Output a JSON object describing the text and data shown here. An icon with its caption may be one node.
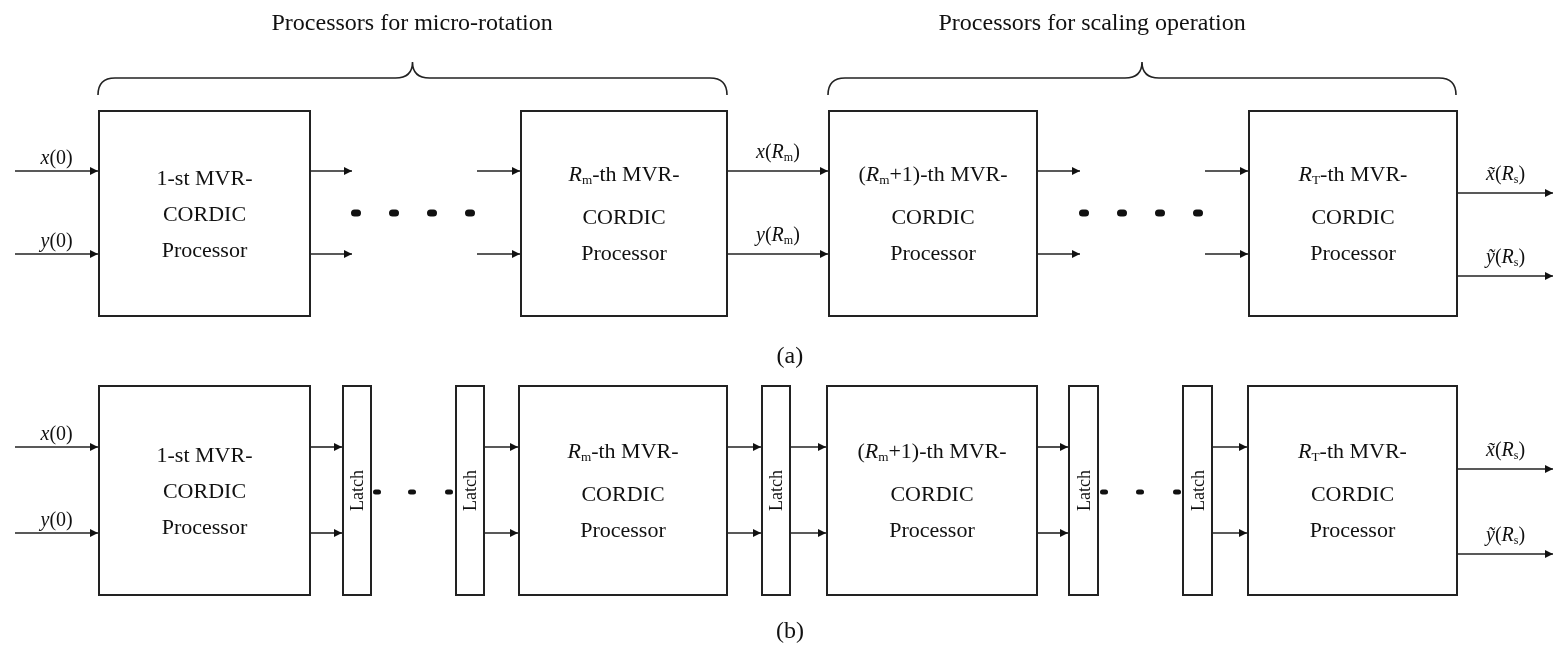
{
  "diagram": {
    "nodes": [
      {
        "text": [
          "1-st MVR-CORDIC Processor"
        ]
      },
      {
        "text": [
          "*R*$_{m}$-th MVR-CORDIC Processor"
        ]
      },
      {
        "text": [
          "(*R*$_{m}$+1)-th MVR-CORDIC Processor"
        ]
      },
      {
        "text": [
          "*R*$_{T}$-th MVR-CORDIC Processor"
        ]
      },
      {
        "text": [
          "1-st MVR-CORDIC Processor"
        ]
      },
      {
        "text": [
          "Latch"
        ]
      },
      {
        "text": [
          "Latch"
        ]
      },
      {
        "text": [
          "*R*$_{m}$-th MVR-CORDIC Processor"
        ]
      },
      {
        "text": [
          "Latch"
        ]
      },
      {
        "text": [
          "(*R*$_{m}$+1)-th MVR-CORDIC Processor"
        ]
      },
      {
        "text": [
          "Latch"
        ]
      },
      {
        "text": [
          "Latch"
        ]
      },
      {
        "text": [
          "*R*$_{T}$-th MVR-CORDIC Processor"
        ]
      }
    ],
    "edges": [
      {
        "from": null,
        "to": 0,
        "arrow": "to",
        "label": "*x*(0)"
      },
      {
        "from": null,
        "to": 0,
        "arrow": "to",
        "label": "*y*(0)"
      },
      {
        "from": 0,
        "to": null,
        "arrow": "to"
      },
      {
        "from": 0,
        "to": null,
        "arrow": "to"
      },
      {
        "from": null,
        "to": 1,
        "arrow": "to"
      },
      {
        "from": null,
        "to": 1,
        "arrow": "to"
      },
      {
        "from": 1,
        "to": 2,
        "arrow": "to",
        "label": "*x*(*R*$_{m}$)"
      },
      {
        "from": 1,
        "to": 2,
        "arrow": "to",
        "label": "*y*(*R*$_{m}$)"
      },
      {
        "from": 2,
        "to": null,
        "arrow": "to"
      },
      {
        "from": 2,
        "to": null,
        "arrow": "to"
      },
      {
        "from": null,
        "to": 3,
        "arrow": "to"
      },
      {
        "from": null,
        "to": 3,
        "arrow": "to"
      },
      {
        "from": 3,
        "to": null,
        "arrow": "to",
        "label": "*x̃*(*R*$_{s}$)"
      },
      {
        "from": 3,
        "to": null,
        "arrow": "to",
        "label": "*ỹ*(*R*$_{s}$)"
      },
      {
        "from": null,
        "to": 4,
        "arrow": "to",
        "label": "*x*(0)"
      },
      {
        "from": null,
        "to": 4,
        "arrow": "to",
        "label": "*y*(0)"
      },
      {
        "from": 4,
        "to": 5,
        "arrow": "to"
      },
      {
        "from": 4,
        "to": 5,
        "arrow": "to"
      },
      {
        "from": 6,
        "to": 7,
        "arrow": "to"
      },
      {
        "from": 6,
        "to": 7,
        "arrow": "to"
      },
      {
        "from": 7,
        "to": 8,
        "arrow": "to"
      },
      {
        "from": 7,
        "to": 8,
        "arrow": "to"
      },
      {
        "from": 8,
        "to": 9,
        "arrow": "to"
      },
      {
        "from": 8,
        "to": 9,
        "arrow": "to"
      },
      {
        "from": 9,
        "to": 10,
        "arrow": "to"
      },
      {
        "from": 9,
        "to": 10,
        "arrow": "to"
      },
      {
        "from": 11,
        "to": 12,
        "arrow": "to"
      },
      {
        "from": 11,
        "to": 12,
        "arrow": "to"
      },
      {
        "from": 12,
        "to": null,
        "arrow": "to",
        "label": "*x̃*(*R*$_{s}$)"
      },
      {
        "from": 12,
        "to": null,
        "arrow": "to",
        "label": "*ỹ*(*R*$_{s}$)"
      }
    ],
    "labels": [
      "Processors for micro-rotation",
      "Processors for scaling operation",
      "(a)",
      "(b)"
    ]
  }
}
